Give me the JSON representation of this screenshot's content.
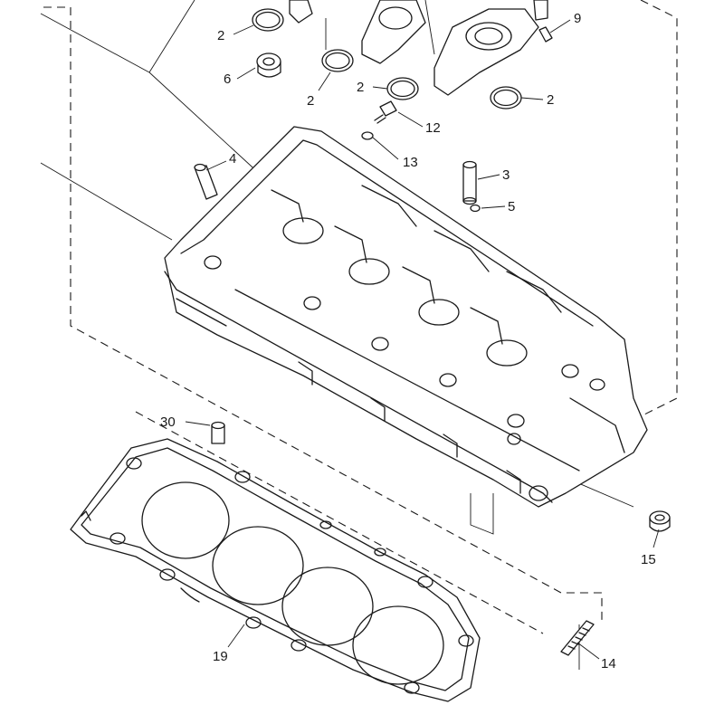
{
  "diagram": {
    "callouts": [
      {
        "id": "c2a",
        "text": "2"
      },
      {
        "id": "c2b",
        "text": "2"
      },
      {
        "id": "c2c",
        "text": "2"
      },
      {
        "id": "c2d",
        "text": "2"
      },
      {
        "id": "c9",
        "text": "9"
      },
      {
        "id": "c6",
        "text": "6"
      },
      {
        "id": "c12",
        "text": "12"
      },
      {
        "id": "c13",
        "text": "13"
      },
      {
        "id": "c4",
        "text": "4"
      },
      {
        "id": "c3",
        "text": "3"
      },
      {
        "id": "c5",
        "text": "5"
      },
      {
        "id": "c30",
        "text": "30"
      },
      {
        "id": "c15",
        "text": "15"
      },
      {
        "id": "c19",
        "text": "19"
      },
      {
        "id": "c14",
        "text": "14"
      }
    ]
  }
}
